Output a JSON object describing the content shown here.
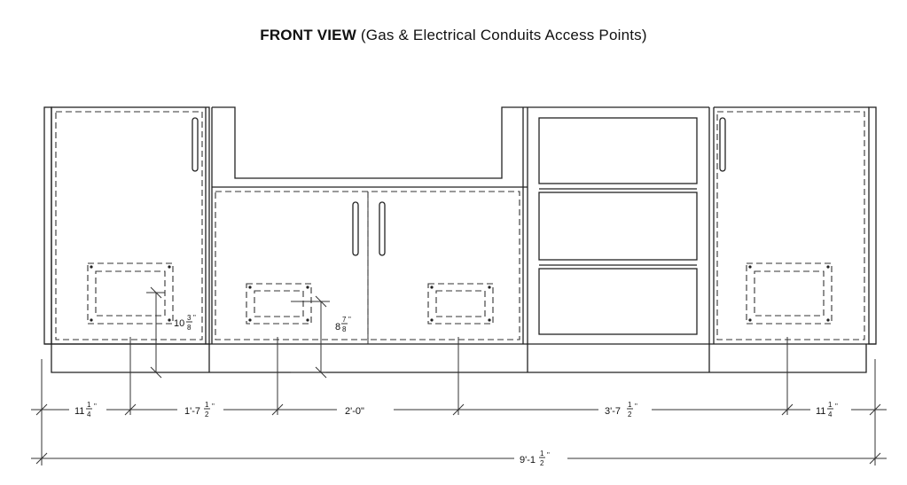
{
  "title": {
    "bold": "FRONT VIEW",
    "rest": "(Gas & Electrical Conduits Access Points)"
  },
  "dimensions": {
    "seg1": {
      "whole": "11",
      "num": "1",
      "den": "4",
      "tail": "\""
    },
    "seg2": {
      "whole": "1'-7",
      "num": "1",
      "den": "2",
      "tail": "\""
    },
    "seg3": {
      "label": "2'-0\""
    },
    "seg4": {
      "whole": "3'-7",
      "num": "1",
      "den": "2",
      "tail": "\""
    },
    "seg5": {
      "whole": "11",
      "num": "1",
      "den": "4",
      "tail": "\""
    },
    "total": {
      "whole": "9'-1",
      "num": "1",
      "den": "2",
      "tail": "\""
    },
    "height_left": {
      "whole": "10",
      "num": "3",
      "den": "8",
      "tail": "\""
    },
    "height_mid": {
      "whole": "8",
      "num": "7",
      "den": "8",
      "tail": "\""
    }
  }
}
